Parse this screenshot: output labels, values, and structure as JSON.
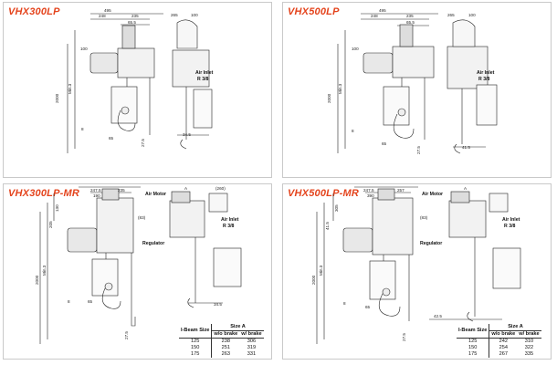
{
  "panels": [
    {
      "title": "VHX300LP",
      "dims": [
        "495",
        "248",
        "235",
        "65.5",
        "100",
        "265",
        "100",
        "2000",
        "Min.3",
        "8",
        "65",
        "34.5",
        "27.5"
      ],
      "labels": [
        "Air Inlet",
        "R 3/8"
      ]
    },
    {
      "title": "VHX500LP",
      "dims": [
        "495",
        "248",
        "235",
        "65.5",
        "100",
        "265",
        "100",
        "2000",
        "Min.3",
        "8",
        "65",
        "41.5",
        "27.5"
      ],
      "labels": [
        "Air Inlet",
        "R 3/8"
      ]
    },
    {
      "title": "VHX300LP-MR",
      "dims": [
        "247.5",
        "235",
        "190",
        "130",
        "A",
        "(260)",
        "(83)",
        "205",
        "2000",
        "Min.3",
        "8",
        "65",
        "34.5",
        "27.5"
      ],
      "labels": [
        "Air Motor",
        "Air Inlet",
        "R 3/8",
        "Regulator"
      ]
    },
    {
      "title": "VHX500LP-MR",
      "dims": [
        "247.5",
        "257",
        "390",
        "305",
        "A",
        "(83)",
        "41.5",
        "2000",
        "Min.3",
        "8",
        "65",
        "42.5",
        "27.5"
      ],
      "labels": [
        "Air Motor",
        "Air Inlet",
        "R 3/8",
        "Regulator"
      ]
    }
  ],
  "tables": [
    {
      "col1": "I-Beam Size",
      "group": "Size A",
      "sub": [
        "w/o brake",
        "w/ brake"
      ],
      "rows": [
        [
          "125",
          "238",
          "306"
        ],
        [
          "150",
          "251",
          "319"
        ],
        [
          "175",
          "263",
          "331"
        ]
      ]
    },
    {
      "col1": "I-Beam Size",
      "group": "Size A",
      "sub": [
        "w/o brake",
        "w/ brake"
      ],
      "rows": [
        [
          "125",
          "242",
          "310"
        ],
        [
          "150",
          "254",
          "322"
        ],
        [
          "175",
          "267",
          "335"
        ]
      ]
    }
  ],
  "colors": {
    "title": "#e4441d",
    "line": "#222222",
    "border": "#c9c9c9"
  }
}
